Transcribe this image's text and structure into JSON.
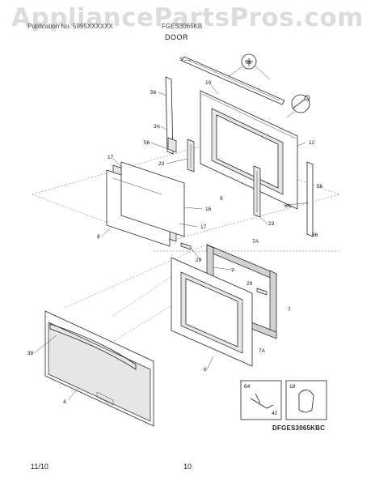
{
  "watermark": "AppliancePartsPros.com",
  "header": {
    "left": "Publication No. 5995XXXXXX",
    "right": "FGES3065KB",
    "section": "DOOR"
  },
  "diagram": {
    "code": "DFGES3065KBC",
    "callouts": [
      "3",
      "56",
      "10",
      "56",
      "3A",
      "56",
      "17",
      "23",
      "9",
      "12",
      "8",
      "16",
      "17",
      "7A",
      "29",
      "7",
      "23",
      "56",
      "56",
      "3A",
      "29",
      "7",
      "39",
      "4",
      "6",
      "7A",
      "64",
      "18",
      "42"
    ]
  },
  "footer": {
    "date": "11/10",
    "page": "10"
  }
}
